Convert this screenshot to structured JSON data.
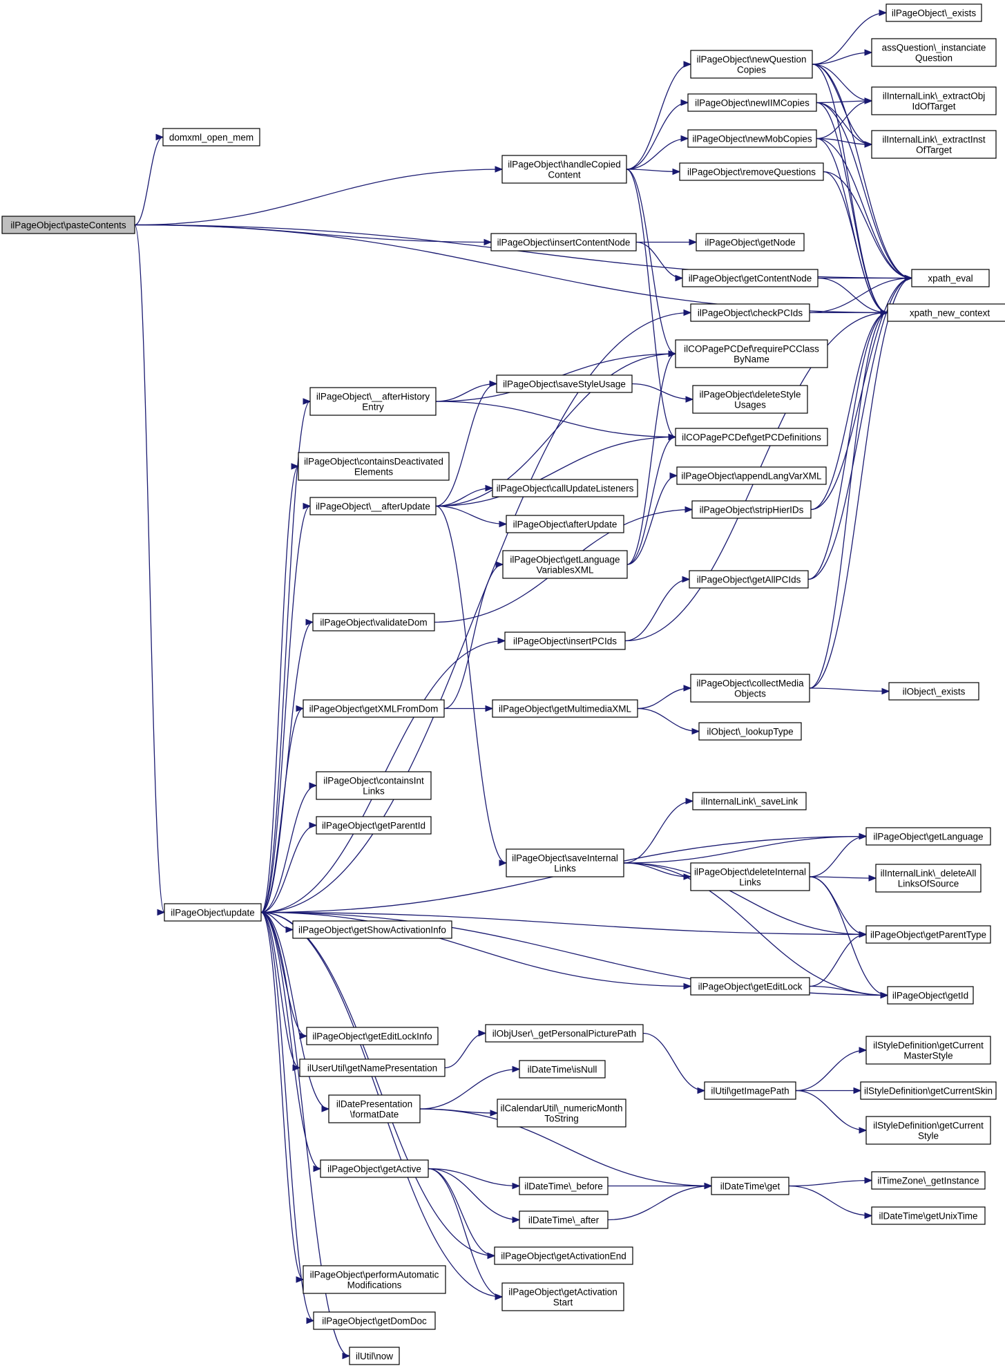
{
  "diagram": {
    "type": "call-graph",
    "colors": {
      "edge": "#191970",
      "node_border": "#000000",
      "root_fill": "#bfbfbf",
      "node_fill": "#ffffff"
    },
    "nodes": [
      {
        "id": "n0",
        "lines": [
          "ilPageObject\\pasteContents"
        ],
        "root": true
      },
      {
        "id": "n1",
        "lines": [
          "domxml_open_mem"
        ]
      },
      {
        "id": "n2",
        "lines": [
          "ilPageObject\\handleCopied",
          "Content"
        ]
      },
      {
        "id": "n3",
        "lines": [
          "ilPageObject\\newQuestion",
          "Copies"
        ]
      },
      {
        "id": "n4",
        "lines": [
          "ilPageObject\\_exists"
        ]
      },
      {
        "id": "n5",
        "lines": [
          "assQuestion\\_instanciate",
          "Question"
        ]
      },
      {
        "id": "n6",
        "lines": [
          "ilInternalLink\\_extractObj",
          "IdOfTarget"
        ]
      },
      {
        "id": "n7",
        "lines": [
          "ilInternalLink\\_extractInst",
          "OfTarget"
        ]
      },
      {
        "id": "n8",
        "lines": [
          "xpath_eval"
        ]
      },
      {
        "id": "n9",
        "lines": [
          "xpath_new_context"
        ]
      },
      {
        "id": "n10",
        "lines": [
          "ilPageObject\\newIIMCopies"
        ]
      },
      {
        "id": "n11",
        "lines": [
          "ilPageObject\\newMobCopies"
        ]
      },
      {
        "id": "n12",
        "lines": [
          "ilPageObject\\removeQuestions"
        ]
      },
      {
        "id": "n13",
        "lines": [
          "ilCOPagePCDef\\requirePCClass",
          "ByName"
        ]
      },
      {
        "id": "n14",
        "lines": [
          "ilCOPagePCDef\\getPCDefinitions"
        ]
      },
      {
        "id": "n15",
        "lines": [
          "ilPageObject\\insertContentNode"
        ]
      },
      {
        "id": "n16",
        "lines": [
          "ilPageObject\\getNode"
        ]
      },
      {
        "id": "n17",
        "lines": [
          "ilPageObject\\getContentNode"
        ]
      },
      {
        "id": "n18",
        "lines": [
          "ilPageObject\\update"
        ]
      },
      {
        "id": "n19",
        "lines": [
          "ilPageObject\\checkPCIds"
        ]
      },
      {
        "id": "n20",
        "lines": [
          "ilPageObject\\__afterHistory",
          "Entry"
        ]
      },
      {
        "id": "n21",
        "lines": [
          "ilPageObject\\saveStyleUsage"
        ]
      },
      {
        "id": "n22",
        "lines": [
          "ilPageObject\\deleteStyle",
          "Usages"
        ]
      },
      {
        "id": "n23",
        "lines": [
          "ilPageObject\\containsDeactivated",
          "Elements"
        ]
      },
      {
        "id": "n24",
        "lines": [
          "ilPageObject\\__afterUpdate"
        ]
      },
      {
        "id": "n25",
        "lines": [
          "ilPageObject\\callUpdateListeners"
        ]
      },
      {
        "id": "n26",
        "lines": [
          "ilPageObject\\afterUpdate"
        ]
      },
      {
        "id": "n27",
        "lines": [
          "ilPageObject\\saveInternal",
          "Links"
        ]
      },
      {
        "id": "n28",
        "lines": [
          "ilPageObject\\appendLangVarXML"
        ]
      },
      {
        "id": "n29",
        "lines": [
          "ilPageObject\\stripHierIDs"
        ]
      },
      {
        "id": "n30",
        "lines": [
          "ilPageObject\\getLanguage",
          "VariablesXML"
        ]
      },
      {
        "id": "n31",
        "lines": [
          "ilPageObject\\getAllPCIds"
        ]
      },
      {
        "id": "n32",
        "lines": [
          "ilPageObject\\validateDom"
        ]
      },
      {
        "id": "n33",
        "lines": [
          "ilPageObject\\insertPCIds"
        ]
      },
      {
        "id": "n34",
        "lines": [
          "ilPageObject\\getXMLFromDom"
        ]
      },
      {
        "id": "n35",
        "lines": [
          "ilPageObject\\getMultimediaXML"
        ]
      },
      {
        "id": "n36",
        "lines": [
          "ilPageObject\\collectMedia",
          "Objects"
        ]
      },
      {
        "id": "n37",
        "lines": [
          "ilObject\\_exists"
        ]
      },
      {
        "id": "n38",
        "lines": [
          "ilObject\\_lookupType"
        ]
      },
      {
        "id": "n39",
        "lines": [
          "ilPageObject\\containsInt",
          "Links"
        ]
      },
      {
        "id": "n40",
        "lines": [
          "ilPageObject\\getParentId"
        ]
      },
      {
        "id": "n41",
        "lines": [
          "ilInternalLink\\_saveLink"
        ]
      },
      {
        "id": "n42",
        "lines": [
          "ilPageObject\\getLanguage"
        ]
      },
      {
        "id": "n43",
        "lines": [
          "ilPageObject\\deleteInternal",
          "Links"
        ]
      },
      {
        "id": "n44",
        "lines": [
          "ilInternalLink\\_deleteAll",
          "LinksOfSource"
        ]
      },
      {
        "id": "n45",
        "lines": [
          "ilPageObject\\getShowActivationInfo"
        ]
      },
      {
        "id": "n46",
        "lines": [
          "ilPageObject\\getParentType"
        ]
      },
      {
        "id": "n47",
        "lines": [
          "ilPageObject\\getEditLock"
        ]
      },
      {
        "id": "n48",
        "lines": [
          "ilPageObject\\getId"
        ]
      },
      {
        "id": "n49",
        "lines": [
          "ilPageObject\\getEditLockInfo"
        ]
      },
      {
        "id": "n50",
        "lines": [
          "ilObjUser\\_getPersonalPicturePath"
        ]
      },
      {
        "id": "n51",
        "lines": [
          "ilUserUtil\\getNamePresentation"
        ]
      },
      {
        "id": "n52",
        "lines": [
          "ilUtil\\getImagePath"
        ]
      },
      {
        "id": "n53",
        "lines": [
          "ilStyleDefinition\\getCurrent",
          "MasterStyle"
        ]
      },
      {
        "id": "n54",
        "lines": [
          "ilStyleDefinition\\getCurrentSkin"
        ]
      },
      {
        "id": "n55",
        "lines": [
          "ilStyleDefinition\\getCurrent",
          "Style"
        ]
      },
      {
        "id": "n56",
        "lines": [
          "ilDatePresentation",
          "\\formatDate"
        ]
      },
      {
        "id": "n57",
        "lines": [
          "ilDateTime\\isNull"
        ]
      },
      {
        "id": "n58",
        "lines": [
          "ilCalendarUtil\\_numericMonth",
          "ToString"
        ]
      },
      {
        "id": "n59",
        "lines": [
          "ilPageObject\\getActive"
        ]
      },
      {
        "id": "n60",
        "lines": [
          "ilDateTime\\_before"
        ]
      },
      {
        "id": "n61",
        "lines": [
          "ilDateTime\\get"
        ]
      },
      {
        "id": "n62",
        "lines": [
          "ilTimeZone\\_getInstance"
        ]
      },
      {
        "id": "n63",
        "lines": [
          "ilDateTime\\_after"
        ]
      },
      {
        "id": "n64",
        "lines": [
          "ilDateTime\\getUnixTime"
        ]
      },
      {
        "id": "n65",
        "lines": [
          "ilPageObject\\getActivationEnd"
        ]
      },
      {
        "id": "n66",
        "lines": [
          "ilPageObject\\performAutomatic",
          "Modifications"
        ]
      },
      {
        "id": "n67",
        "lines": [
          "ilPageObject\\getActivation",
          "Start"
        ]
      },
      {
        "id": "n68",
        "lines": [
          "ilPageObject\\getDomDoc"
        ]
      },
      {
        "id": "n69",
        "lines": [
          "ilUtil\\now"
        ]
      }
    ],
    "edges": [
      [
        "n0",
        "n1"
      ],
      [
        "n0",
        "n2"
      ],
      [
        "n0",
        "n8"
      ],
      [
        "n0",
        "n15"
      ],
      [
        "n0",
        "n18"
      ],
      [
        "n0",
        "n9"
      ],
      [
        "n2",
        "n3"
      ],
      [
        "n2",
        "n10"
      ],
      [
        "n2",
        "n11"
      ],
      [
        "n2",
        "n12"
      ],
      [
        "n2",
        "n13"
      ],
      [
        "n2",
        "n14"
      ],
      [
        "n3",
        "n4"
      ],
      [
        "n3",
        "n5"
      ],
      [
        "n3",
        "n6"
      ],
      [
        "n3",
        "n7"
      ],
      [
        "n3",
        "n8"
      ],
      [
        "n3",
        "n9"
      ],
      [
        "n10",
        "n6"
      ],
      [
        "n10",
        "n7"
      ],
      [
        "n10",
        "n8"
      ],
      [
        "n10",
        "n9"
      ],
      [
        "n11",
        "n6"
      ],
      [
        "n11",
        "n7"
      ],
      [
        "n11",
        "n8"
      ],
      [
        "n11",
        "n9"
      ],
      [
        "n12",
        "n8"
      ],
      [
        "n12",
        "n9"
      ],
      [
        "n15",
        "n16"
      ],
      [
        "n15",
        "n17"
      ],
      [
        "n17",
        "n8"
      ],
      [
        "n17",
        "n9"
      ],
      [
        "n19",
        "n8"
      ],
      [
        "n19",
        "n9"
      ],
      [
        "n18",
        "n19"
      ],
      [
        "n18",
        "n20"
      ],
      [
        "n18",
        "n23"
      ],
      [
        "n18",
        "n24"
      ],
      [
        "n18",
        "n32"
      ],
      [
        "n18",
        "n33"
      ],
      [
        "n18",
        "n34"
      ],
      [
        "n18",
        "n39"
      ],
      [
        "n18",
        "n40"
      ],
      [
        "n18",
        "n42"
      ],
      [
        "n18",
        "n45"
      ],
      [
        "n18",
        "n46"
      ],
      [
        "n18",
        "n47"
      ],
      [
        "n18",
        "n48"
      ],
      [
        "n18",
        "n49"
      ],
      [
        "n18",
        "n51"
      ],
      [
        "n18",
        "n56"
      ],
      [
        "n18",
        "n59"
      ],
      [
        "n18",
        "n65"
      ],
      [
        "n18",
        "n66"
      ],
      [
        "n18",
        "n67"
      ],
      [
        "n18",
        "n68"
      ],
      [
        "n18",
        "n69"
      ],
      [
        "n20",
        "n13"
      ],
      [
        "n20",
        "n21"
      ],
      [
        "n20",
        "n14"
      ],
      [
        "n21",
        "n22"
      ],
      [
        "n24",
        "n21"
      ],
      [
        "n24",
        "n13"
      ],
      [
        "n24",
        "n14"
      ],
      [
        "n24",
        "n25"
      ],
      [
        "n24",
        "n26"
      ],
      [
        "n24",
        "n27"
      ],
      [
        "n30",
        "n28"
      ],
      [
        "n30",
        "n13"
      ],
      [
        "n30",
        "n14"
      ],
      [
        "n29",
        "n8"
      ],
      [
        "n29",
        "n9"
      ],
      [
        "n31",
        "n8"
      ],
      [
        "n31",
        "n9"
      ],
      [
        "n32",
        "n29"
      ],
      [
        "n33",
        "n31"
      ],
      [
        "n33",
        "n9"
      ],
      [
        "n34",
        "n30"
      ],
      [
        "n34",
        "n35"
      ],
      [
        "n35",
        "n36"
      ],
      [
        "n35",
        "n38"
      ],
      [
        "n36",
        "n37"
      ],
      [
        "n36",
        "n8"
      ],
      [
        "n36",
        "n9"
      ],
      [
        "n27",
        "n41"
      ],
      [
        "n27",
        "n42"
      ],
      [
        "n27",
        "n43"
      ],
      [
        "n27",
        "n46"
      ],
      [
        "n27",
        "n48"
      ],
      [
        "n43",
        "n42"
      ],
      [
        "n43",
        "n44"
      ],
      [
        "n43",
        "n46"
      ],
      [
        "n43",
        "n48"
      ],
      [
        "n47",
        "n46"
      ],
      [
        "n47",
        "n48"
      ],
      [
        "n51",
        "n50"
      ],
      [
        "n50",
        "n52"
      ],
      [
        "n52",
        "n53"
      ],
      [
        "n52",
        "n54"
      ],
      [
        "n52",
        "n55"
      ],
      [
        "n56",
        "n57"
      ],
      [
        "n56",
        "n58"
      ],
      [
        "n56",
        "n61"
      ],
      [
        "n59",
        "n60"
      ],
      [
        "n59",
        "n63"
      ],
      [
        "n59",
        "n65"
      ],
      [
        "n59",
        "n67"
      ],
      [
        "n60",
        "n61"
      ],
      [
        "n63",
        "n61"
      ],
      [
        "n61",
        "n62"
      ],
      [
        "n61",
        "n64"
      ]
    ]
  }
}
